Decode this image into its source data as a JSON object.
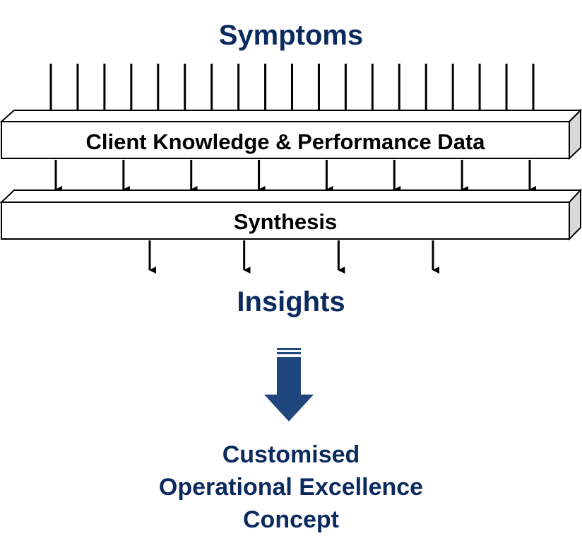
{
  "top_label": "Symptoms",
  "layers": [
    {
      "label": "Client Knowledge & Performance Data"
    },
    {
      "label": "Synthesis"
    }
  ],
  "middle_label": "Insights",
  "result_lines": [
    "Customised",
    "Operational Excellence",
    "Concept"
  ],
  "arrow_counts": {
    "input": 19,
    "between_layers": 8,
    "output": 4
  },
  "colors": {
    "heading": "#0b2a5e",
    "big_arrow": "#1f477d",
    "box_side": "#d9d9d9"
  }
}
